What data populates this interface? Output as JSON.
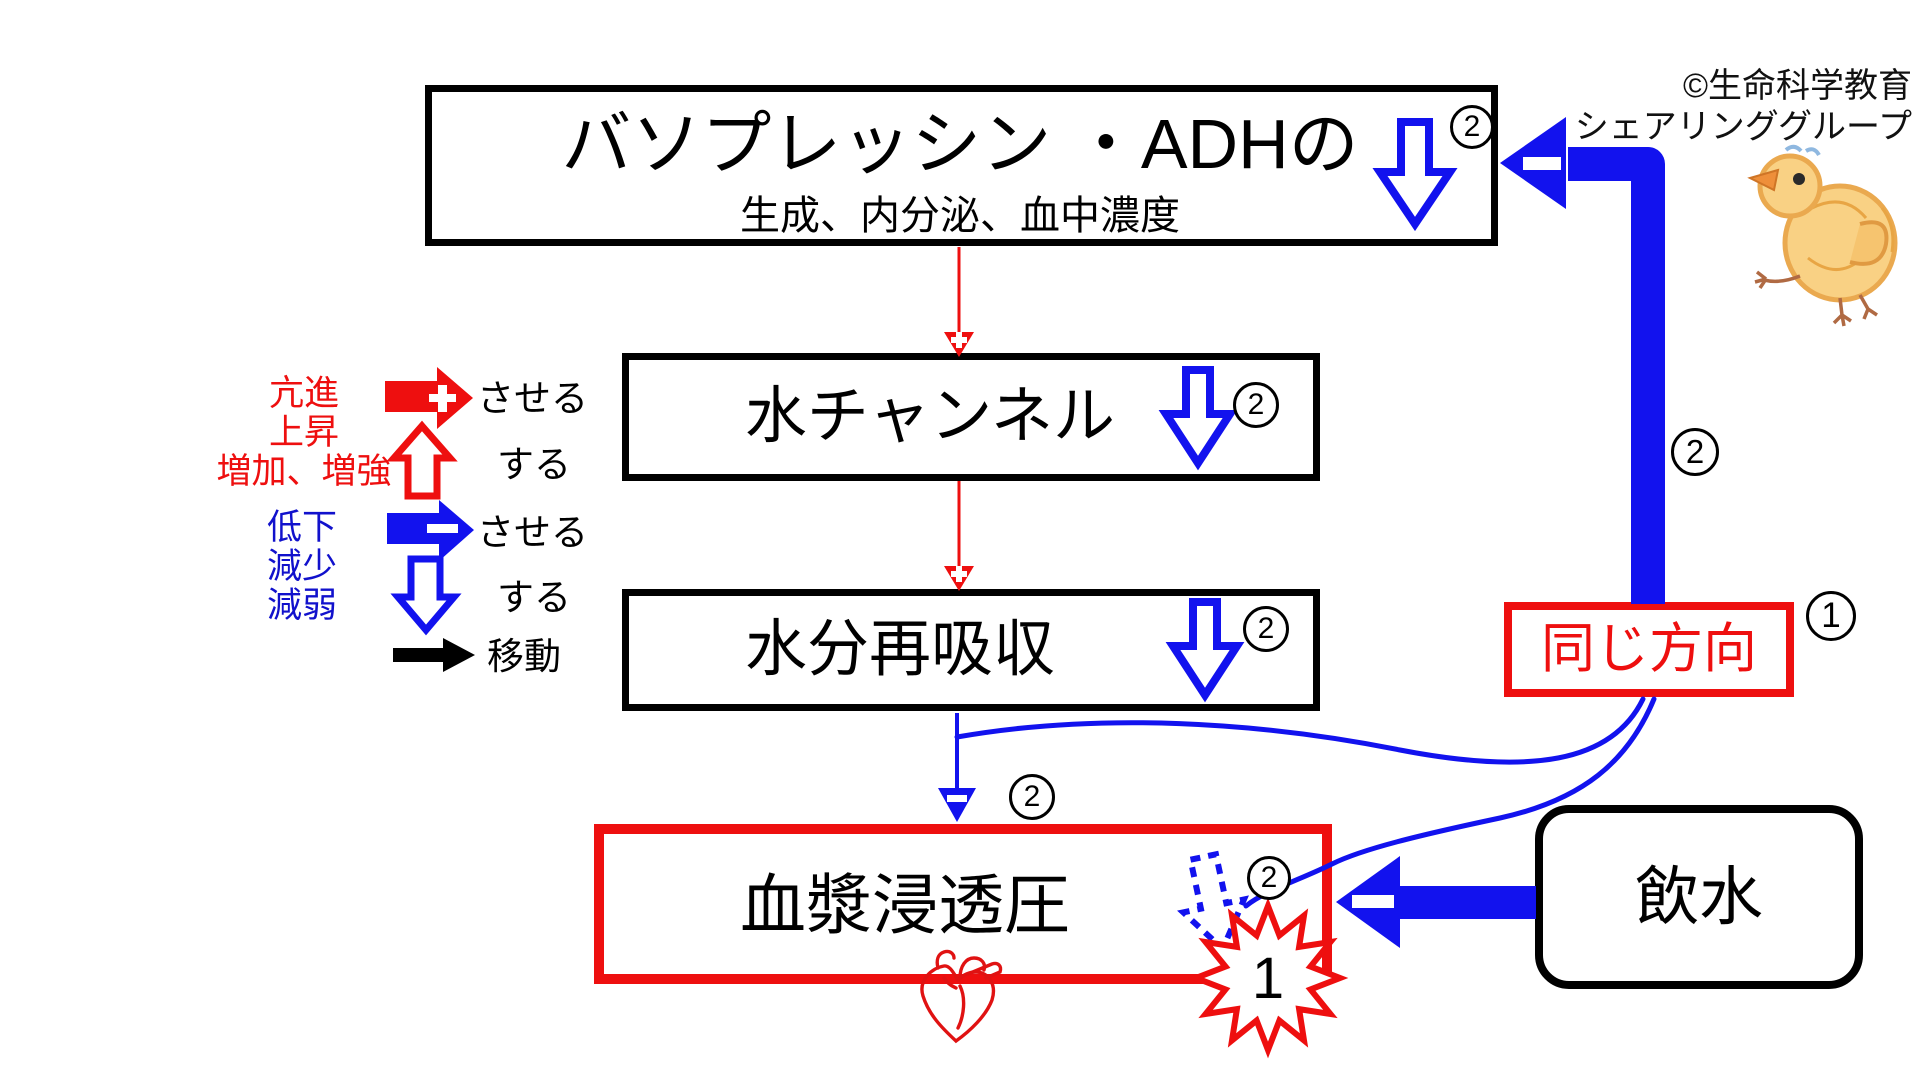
{
  "colors": {
    "red": "#ee0f0f",
    "blue": "#1212ee",
    "black": "#000000"
  },
  "copyright": {
    "line1": "©生命科学教育",
    "line2": "シェアリンググループ"
  },
  "boxes": {
    "vasopressin": {
      "title": "バソプレッシン ・ADHの",
      "subtitle": "生成、内分泌、血中濃度",
      "badge": "2"
    },
    "water_channel": {
      "label": "水チャンネル",
      "badge": "2"
    },
    "water_reabsorption": {
      "label": "水分再吸収",
      "badge": "2"
    },
    "plasma_osmotic_pressure": {
      "label": "血漿浸透圧",
      "badge": "2",
      "burst": "1"
    },
    "same_direction": {
      "label": "同じ方向",
      "badge": "1"
    },
    "drinking": {
      "label": "飲水"
    }
  },
  "connectors": {
    "reabsorption_to_plasma_badge": "2",
    "feedback_shaft_badge": "2"
  },
  "legend": {
    "increase": {
      "terms": [
        "亢進",
        "上昇",
        "増加、増強"
      ],
      "cause": "させる",
      "do": "する"
    },
    "decrease": {
      "terms": [
        "低下",
        "減少",
        "減弱"
      ],
      "cause": "させる",
      "do": "する"
    },
    "move": "移動"
  }
}
